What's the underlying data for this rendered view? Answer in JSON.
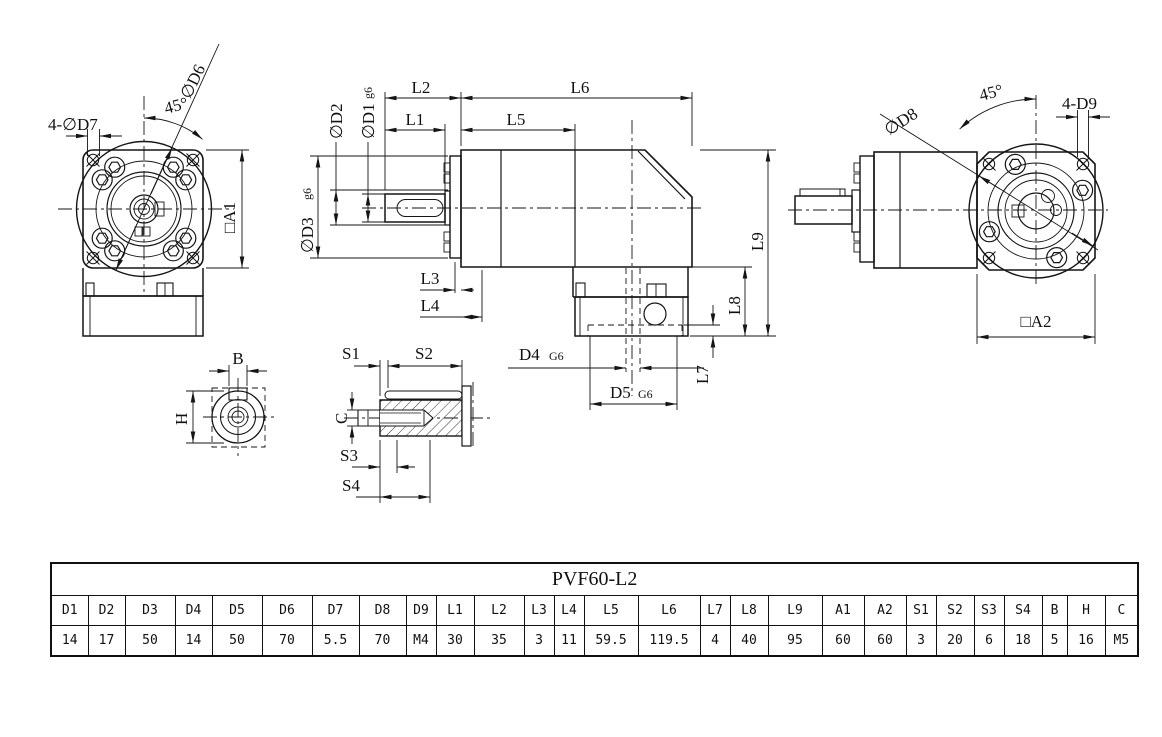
{
  "colors": {
    "line": "#151515",
    "background": "#ffffff"
  },
  "drawing": {
    "front_view": {
      "hole_callout": "4-∅D7",
      "angle": "45°",
      "bolt_circle": "∅D6",
      "flange_size": "□A1"
    },
    "side_view": {
      "l1": "L1",
      "l2": "L2",
      "l3": "L3",
      "l4": "L4",
      "l5": "L5",
      "l6": "L6",
      "l7": "L7",
      "l8": "L8",
      "l9": "L9",
      "d1": "∅D1",
      "d1_fit": "g6",
      "d2": "∅D2",
      "d3": "∅D3",
      "d3_fit": "g6",
      "d4": "D4",
      "d4_fit": "G6",
      "d5": "D5",
      "d5_fit": "G6"
    },
    "rear_view": {
      "bolt_circle": "∅D8",
      "angle": "45°",
      "hole_callout": "4-D9",
      "flange_size": "□A2"
    },
    "key_section": {
      "b": "B",
      "h": "H"
    },
    "shaft_detail": {
      "s1": "S1",
      "s2": "S2",
      "s3": "S3",
      "s4": "S4",
      "c": "C"
    }
  },
  "table": {
    "title": "PVF60-L2",
    "headers": [
      "D1",
      "D2",
      "D3",
      "D4",
      "D5",
      "D6",
      "D7",
      "D8",
      "D9",
      "L1",
      "L2",
      "L3",
      "L4",
      "L5",
      "L6",
      "L7",
      "L8",
      "L9",
      "A1",
      "A2",
      "S1",
      "S2",
      "S3",
      "S4",
      "B",
      "H",
      "C"
    ],
    "values": [
      "14",
      "17",
      "50",
      "14",
      "50",
      "70",
      "5.5",
      "70",
      "M4",
      "30",
      "35",
      "3",
      "11",
      "59.5",
      "119.5",
      "4",
      "40",
      "95",
      "60",
      "60",
      "3",
      "20",
      "6",
      "18",
      "5",
      "16",
      "M5"
    ]
  }
}
